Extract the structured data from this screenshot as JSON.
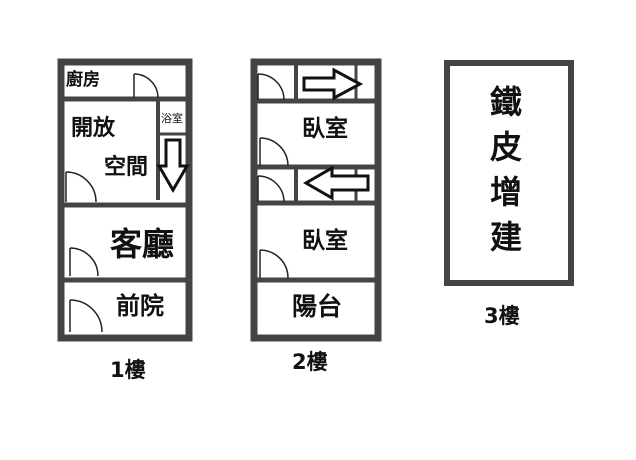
{
  "floor1": {
    "kitchen": "廚房",
    "open_space_1": "開放",
    "open_space_2": "空間",
    "bathroom": "浴室",
    "living_room": "客廳",
    "front_yard": "前院",
    "label": "1樓"
  },
  "floor2": {
    "bedroom_1": "臥室",
    "bedroom_2": "臥室",
    "balcony": "陽台",
    "label": "2樓"
  },
  "floor3": {
    "addition_chars": [
      "鐵",
      "皮",
      "增",
      "建"
    ],
    "label": "3樓"
  },
  "colors": {
    "wall": "#444444",
    "line": "#222222",
    "arrow_fill": "#ffffff"
  },
  "icons": [
    "door-swing-icon",
    "arrow-right-icon",
    "arrow-left-icon",
    "arrow-down-icon"
  ]
}
